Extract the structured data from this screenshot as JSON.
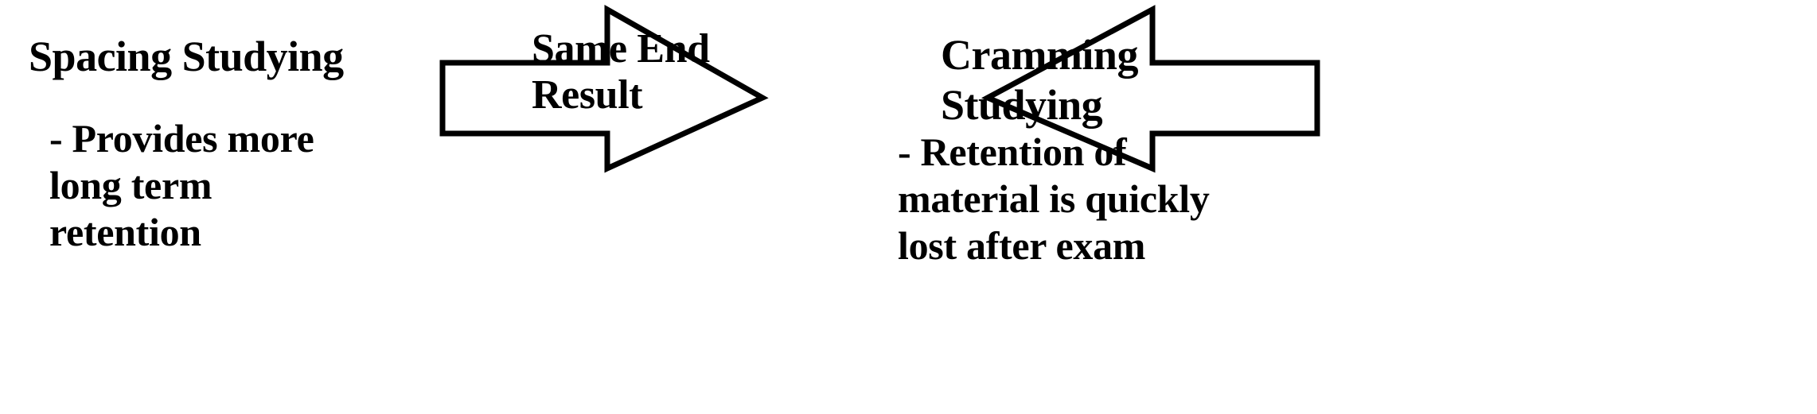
{
  "diagram": {
    "title_left": "Spacing Studying",
    "title_right": "Cramming Studying",
    "center": "Same End Result",
    "background_color": "#ffffff",
    "ink_color": "#000000"
  },
  "left_column": {
    "heading": "Spacing Studying",
    "bullet": "- Provides more\nlong term\nretention",
    "bullet_lines": [
      "- Provides more",
      "long term",
      "retention"
    ]
  },
  "center_column": {
    "label": "Same End\nResult",
    "label_lines": [
      "Same End",
      "Result"
    ]
  },
  "right_column": {
    "heading": "Cramming\nStudying",
    "heading_lines": [
      "Cramming",
      "Studying"
    ],
    "bullet": "- Retention of\nmaterial is quickly\nlost after exam",
    "bullet_lines": [
      "- Retention of",
      "material is quickly",
      "lost after exam"
    ]
  },
  "arrows": {
    "left": {
      "name": "arrow-pointing-right",
      "direction": "right",
      "style": "outlined-block-arrow",
      "stroke_color": "#000000",
      "fill": "none",
      "from": "Spacing Studying",
      "to": "Same End Result"
    },
    "right": {
      "name": "arrow-pointing-left",
      "direction": "left",
      "style": "outlined-block-arrow",
      "stroke_color": "#000000",
      "fill": "none",
      "from": "Cramming Studying",
      "to": "Same End Result"
    }
  }
}
